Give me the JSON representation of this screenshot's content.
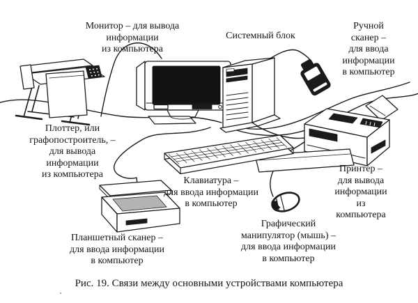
{
  "figure": {
    "caption": "Рис. 19. Связи между основными устройствами компьютера",
    "labels": {
      "monitor": "Монитор – для вывода\nинформации\nиз компьютера",
      "system_unit": "Системный блок",
      "hand_scanner": "Ручной сканер –\nдля ввода\nинформации\nв компьютер",
      "plotter": "Плоттер, или\nграфопостроитель, –\nдля вывода\nинформации\nиз компьютера",
      "keyboard": "Клавиатура –\nдля ввода информации\nв компьютер",
      "flatbed_scanner": "Планшетный сканер –\nдля ввода информации\nв компьютер",
      "mouse": "Графический\nманипулятор (мышь) –\nдля ввода информации\nв компьютер",
      "printer": "Принтер –\nдля вывода\nинформации\nиз компьютера"
    },
    "colors": {
      "ink": "#1a1a1a",
      "background": "#ffffff",
      "monitor_screen": "#121212",
      "scanner_document": "#b4b4b4"
    }
  }
}
